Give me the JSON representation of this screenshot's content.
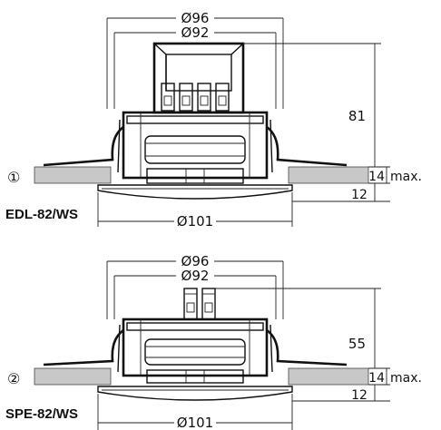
{
  "diagrams": [
    {
      "marker": "①",
      "model": "EDL-82/WS",
      "dim_outer_top": "Ø96",
      "dim_inner_top": "Ø92",
      "dim_bottom": "Ø101",
      "dim_height": "81",
      "dim_ceiling": "14",
      "dim_ceiling_suffix": "max.",
      "dim_offset": "12"
    },
    {
      "marker": "②",
      "model": "SPE-82/WS",
      "dim_outer_top": "Ø96",
      "dim_inner_top": "Ø92",
      "dim_bottom": "Ø101",
      "dim_height": "55",
      "dim_ceiling": "14",
      "dim_ceiling_suffix": "max.",
      "dim_offset": "12"
    }
  ]
}
